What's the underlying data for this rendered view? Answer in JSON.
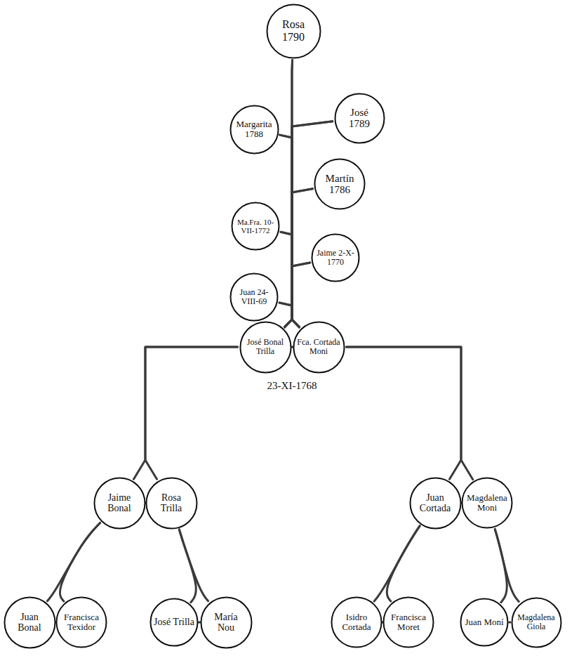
{
  "diagram": {
    "nodes": [
      {
        "text": [
          "Rosa 1790"
        ]
      },
      {
        "text": [
          "José 1789"
        ]
      },
      {
        "text": [
          "Margarita 1788"
        ]
      },
      {
        "text": [
          "Martín 1786"
        ]
      },
      {
        "text": [
          "Ma.Fra. 10-VII-1772"
        ]
      },
      {
        "text": [
          "Jaime 2-X-1770"
        ]
      },
      {
        "text": [
          "Juan 24-VIII-69"
        ]
      },
      {
        "text": [
          "José Bonal Trilla"
        ]
      },
      {
        "text": [
          "Fca. Cortada Moni"
        ]
      },
      {
        "text": [
          "Jaime Bonal"
        ]
      },
      {
        "text": [
          "Rosa Trilla"
        ]
      },
      {
        "text": [
          "Juan Cortada"
        ]
      },
      {
        "text": [
          "Magdalena Moni"
        ]
      },
      {
        "text": [
          "Juan Bonal"
        ]
      },
      {
        "text": [
          "Francisca Texidor"
        ]
      },
      {
        "text": [
          "José Trilla"
        ]
      },
      {
        "text": [
          "María Nou"
        ]
      },
      {
        "text": [
          "Isidro Cortada"
        ]
      },
      {
        "text": [
          "Francisca Moret"
        ]
      },
      {
        "text": [
          "Juan Moní"
        ]
      },
      {
        "text": [
          "Magdalena Giola"
        ]
      }
    ],
    "edges": [
      {
        "from": 7,
        "to": 8,
        "arrow": "none"
      },
      {
        "from": 9,
        "to": 10,
        "arrow": "none"
      },
      {
        "from": 11,
        "to": 12,
        "arrow": "none"
      },
      {
        "from": 13,
        "to": 14,
        "arrow": "none"
      },
      {
        "from": 15,
        "to": 16,
        "arrow": "none"
      },
      {
        "from": 17,
        "to": 18,
        "arrow": "none"
      },
      {
        "from": 19,
        "to": 20,
        "arrow": "none"
      },
      {
        "from": 7,
        "to": 0,
        "arrow": "none"
      },
      {
        "from": 8,
        "to": 0,
        "arrow": "none"
      },
      {
        "from": 7,
        "to": 1,
        "arrow": "none"
      },
      {
        "from": 8,
        "to": 1,
        "arrow": "none"
      },
      {
        "from": 7,
        "to": 2,
        "arrow": "none"
      },
      {
        "from": 8,
        "to": 2,
        "arrow": "none"
      },
      {
        "from": 7,
        "to": 3,
        "arrow": "none"
      },
      {
        "from": 8,
        "to": 3,
        "arrow": "none"
      },
      {
        "from": 7,
        "to": 4,
        "arrow": "none"
      },
      {
        "from": 8,
        "to": 4,
        "arrow": "none"
      },
      {
        "from": 7,
        "to": 5,
        "arrow": "none"
      },
      {
        "from": 8,
        "to": 5,
        "arrow": "none"
      },
      {
        "from": 7,
        "to": 6,
        "arrow": "none"
      },
      {
        "from": 8,
        "to": 6,
        "arrow": "none"
      },
      {
        "from": 9,
        "to": 7,
        "arrow": "none"
      },
      {
        "from": 10,
        "to": 7,
        "arrow": "none"
      },
      {
        "from": 11,
        "to": 8,
        "arrow": "none"
      },
      {
        "from": 12,
        "to": 8,
        "arrow": "none"
      },
      {
        "from": 13,
        "to": 9,
        "arrow": "none"
      },
      {
        "from": 14,
        "to": 9,
        "arrow": "none"
      },
      {
        "from": 15,
        "to": 10,
        "arrow": "none"
      },
      {
        "from": 16,
        "to": 10,
        "arrow": "none"
      },
      {
        "from": 17,
        "to": 11,
        "arrow": "none"
      },
      {
        "from": 18,
        "to": 11,
        "arrow": "none"
      },
      {
        "from": 19,
        "to": 12,
        "arrow": "none"
      },
      {
        "from": 20,
        "to": 12,
        "arrow": "none"
      }
    ],
    "labels": [
      "23-XI-1768"
    ]
  }
}
